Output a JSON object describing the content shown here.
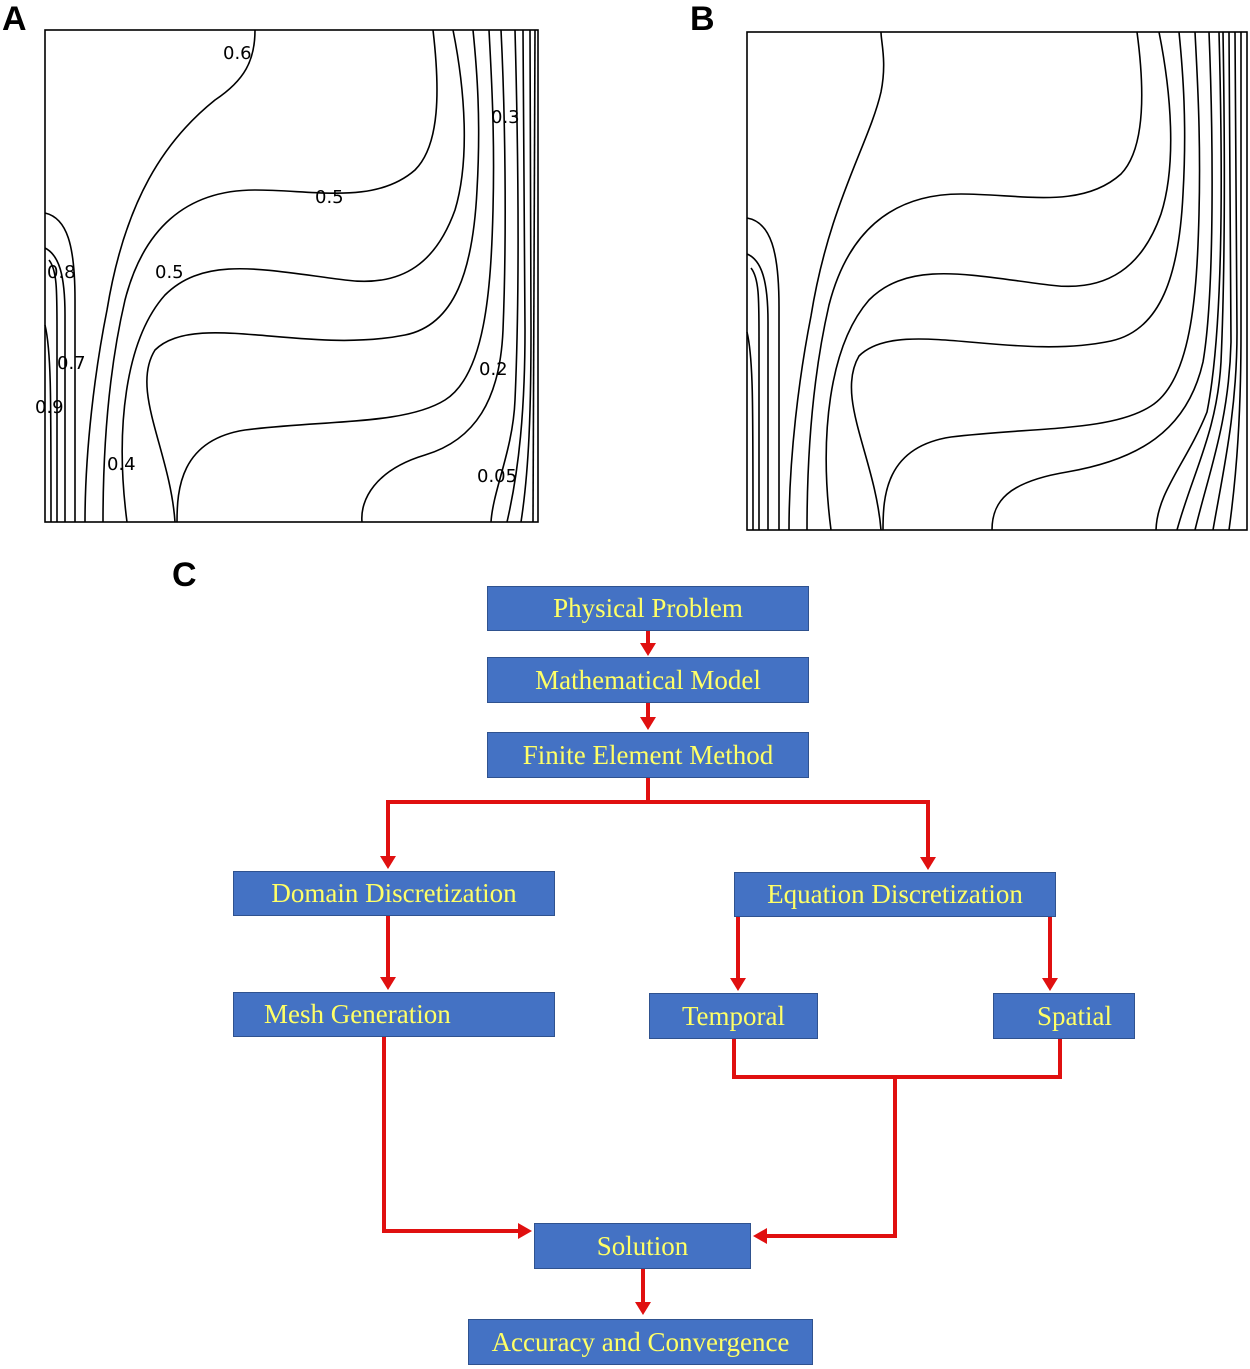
{
  "panels": {
    "a": "A",
    "b": "B",
    "c": "C"
  },
  "panel_a": {
    "contour_labels": [
      "0.6",
      "0.3",
      "0.5",
      "0.8",
      "0.5",
      "0.7",
      "0.2",
      "0.9",
      "0.4",
      "0.05"
    ]
  },
  "flowchart": {
    "physical_problem": "Physical Problem",
    "mathematical_model": "Mathematical Model",
    "finite_element_method": "Finite Element Method",
    "domain_discretization": "Domain Discretization",
    "equation_discretization": "Equation Discretization",
    "mesh_generation": "Mesh Generation",
    "temporal": "Temporal",
    "spatial": "Spatial",
    "solution": "Solution",
    "accuracy_convergence": "Accuracy and Convergence"
  },
  "colors": {
    "box_fill": "#4472c4",
    "box_text": "#ffff66",
    "arrow": "#e01010"
  }
}
